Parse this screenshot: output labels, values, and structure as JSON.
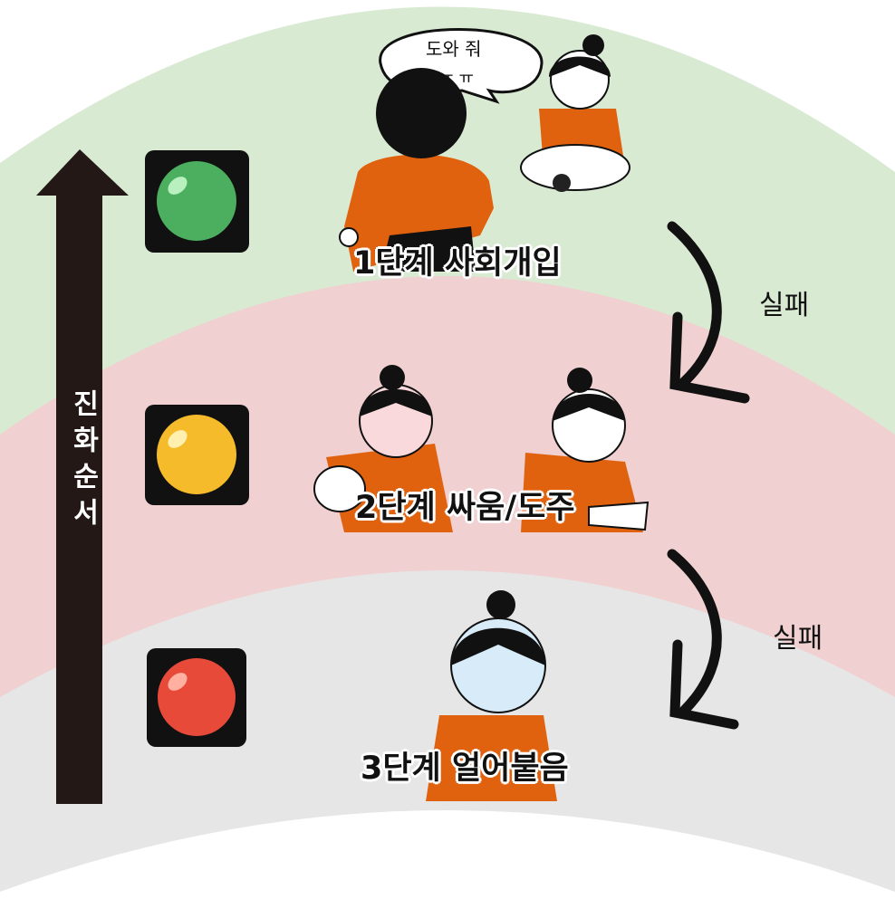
{
  "speech_bubble": {
    "line1": "도와 줘",
    "line2": "ㅠㅠ"
  },
  "axis_label": "진화순서",
  "stages": [
    {
      "label": "1단계 사회개입",
      "light": "green",
      "color": "#4caf50"
    },
    {
      "label": "2단계 싸움/도주",
      "light": "yellow",
      "color": "#f5bb2a"
    },
    {
      "label": "3단계 얼어붙음",
      "light": "red",
      "color": "#e84a3a"
    }
  ],
  "transitions": [
    {
      "label": "실패"
    },
    {
      "label": "실패"
    }
  ],
  "colors": {
    "band_green": "#d9ead3",
    "band_pink": "#f0d0d0",
    "band_gray": "#e6e6e6",
    "shirt": "#e0620f"
  }
}
